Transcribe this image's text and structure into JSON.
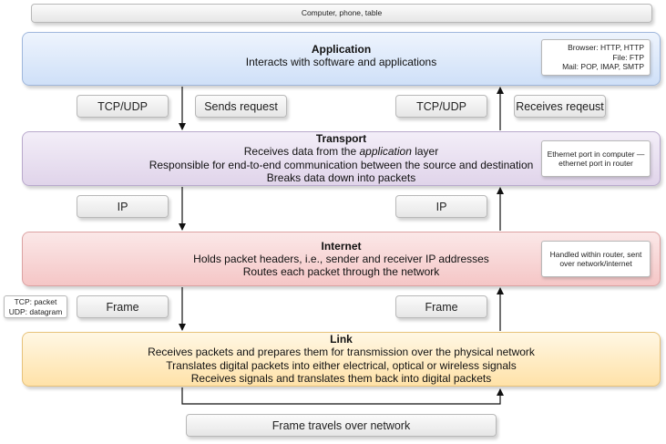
{
  "devices_label": "Computer, phone, table",
  "application": {
    "title": "Application",
    "lines": [
      "Interacts with software and applications"
    ],
    "note": [
      "Browser: HTTP, HTTP",
      "File: FTP",
      "Mail: POP, IMAP, SMTP"
    ]
  },
  "left_row1": {
    "protocol": "TCP/UDP",
    "action": "Sends request"
  },
  "right_row1": {
    "protocol": "TCP/UDP",
    "action": "Receives reqeust"
  },
  "transport": {
    "title": "Transport",
    "line1_prefix": "Receives data from the ",
    "line1_italic": "application",
    "line1_suffix": " layer",
    "line2": "Responsible for end-to-end communication between the source and destination",
    "line3": "Breaks data down into packets",
    "note": [
      "Ethernet port in computer —",
      "ethernet port in router"
    ]
  },
  "left_row2": {
    "protocol": "IP"
  },
  "right_row2": {
    "protocol": "IP"
  },
  "internet": {
    "title": "Internet",
    "lines": [
      "Holds packet headers, i.e., sender and receiver IP addresses",
      "Routes each packet through the network"
    ],
    "note": [
      "Handled within router, sent",
      "over network/internet"
    ]
  },
  "packet_note": [
    "TCP: packet",
    "UDP: datagram"
  ],
  "left_row3": {
    "protocol": "Frame"
  },
  "right_row3": {
    "protocol": "Frame"
  },
  "link": {
    "title": "Link",
    "lines": [
      "Receives packets and prepares them for transmission over the physical network",
      "Translates digital packets into either electrical, optical or wireless signals",
      "Receives signals and translates them back into digital packets"
    ]
  },
  "network_label": "Frame travels over network"
}
